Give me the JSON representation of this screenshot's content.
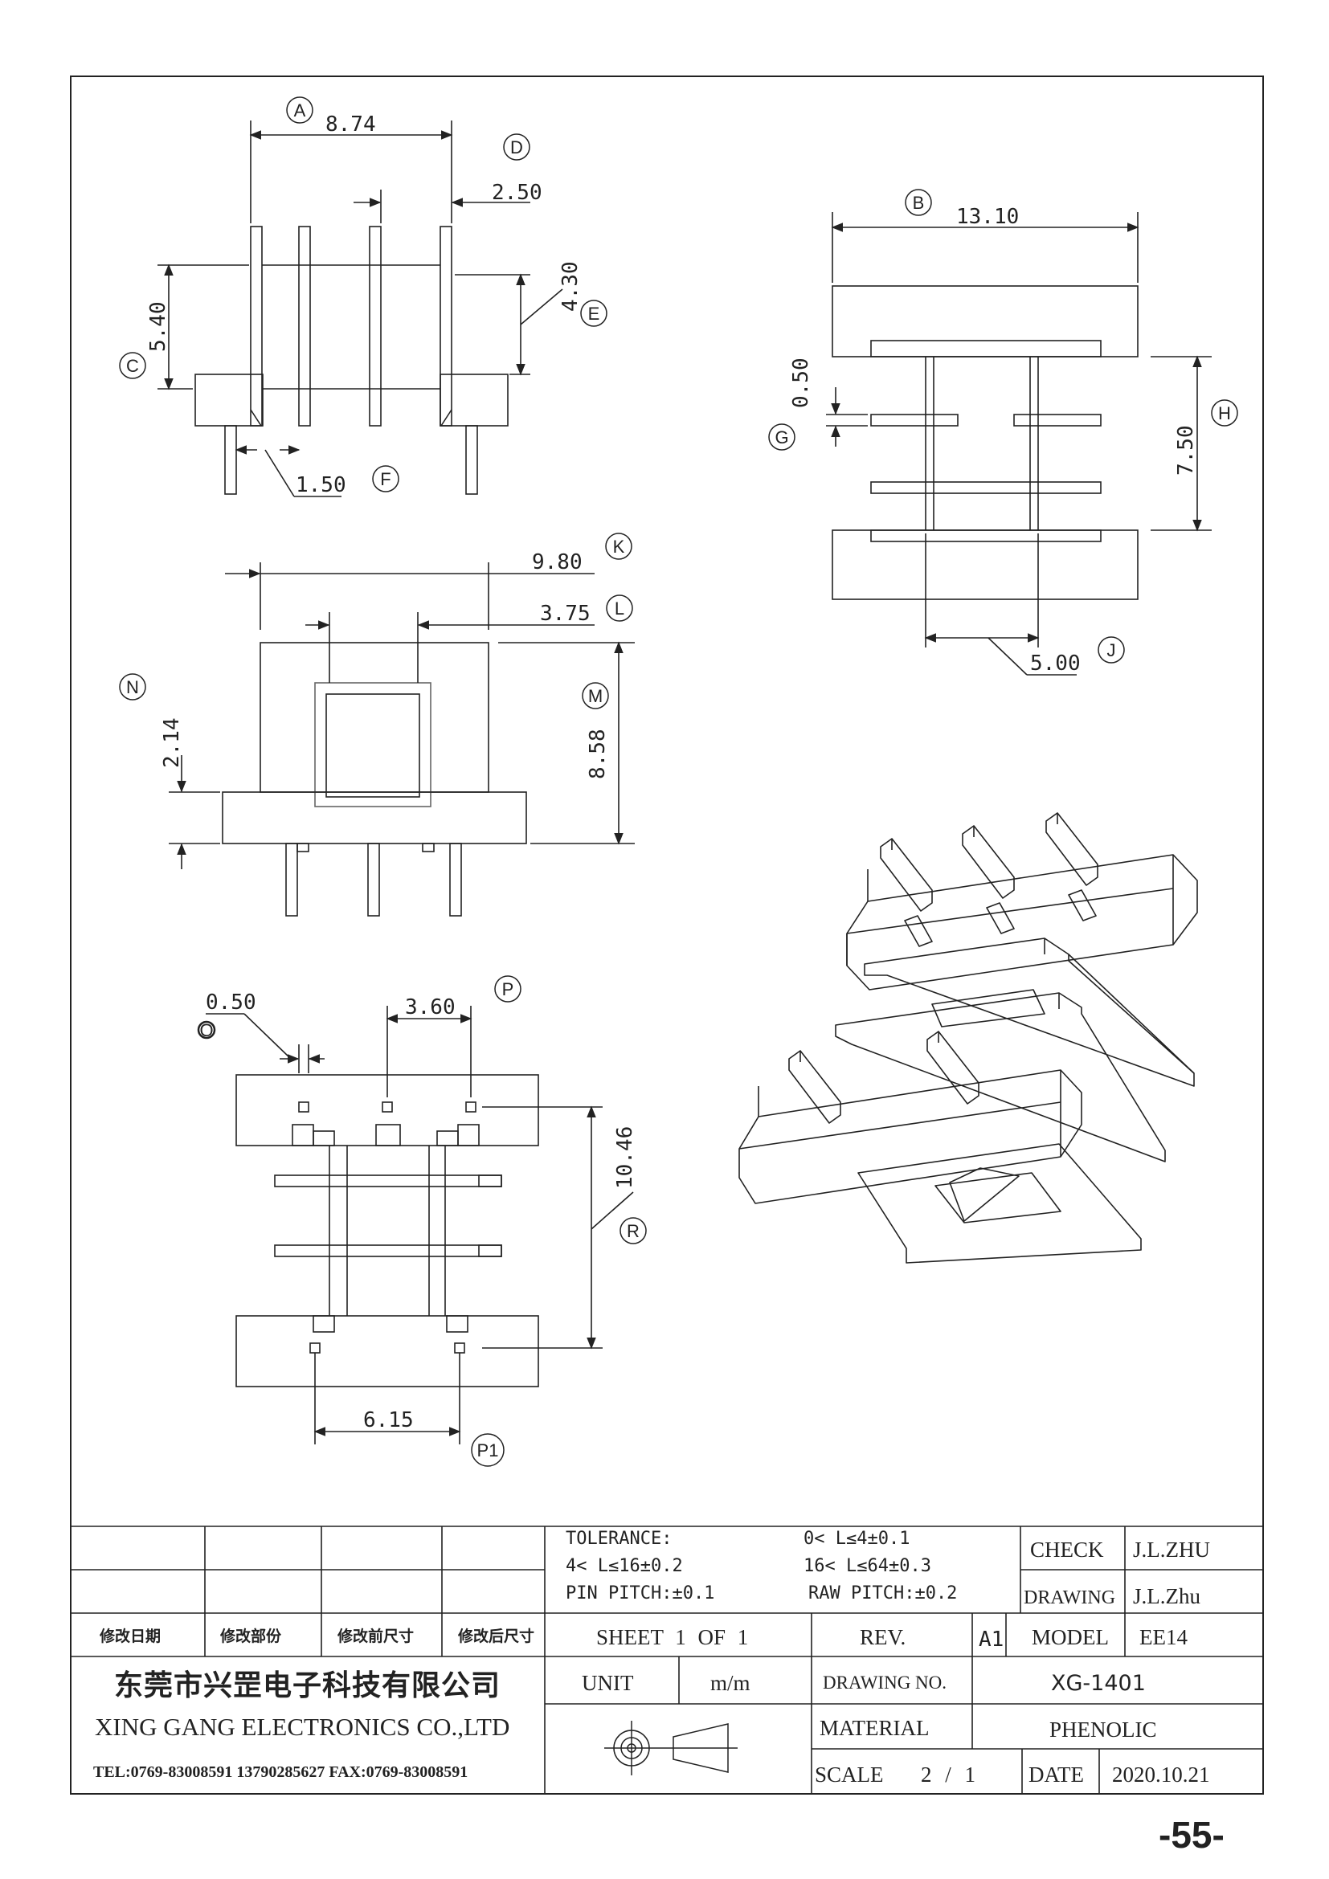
{
  "dims": {
    "A": "8.74",
    "D": "2.50",
    "E": "4.30",
    "C": "5.40",
    "F": "1.50",
    "B": "13.10",
    "G": "0.50",
    "H": "7.50",
    "J": "5.00",
    "K": "9.80",
    "L": "3.75",
    "N": "2.14",
    "M": "8.58",
    "O": "0.50",
    "P": "3.60",
    "R": "10.46",
    "P1": "6.15"
  },
  "markers": {
    "A": "A",
    "B": "B",
    "C": "C",
    "D": "D",
    "E": "E",
    "F": "F",
    "G": "G",
    "H": "H",
    "J": "J",
    "K": "K",
    "L": "L",
    "M": "M",
    "N": "N",
    "O": "O",
    "P": "P",
    "P1": "P1",
    "R": "R"
  },
  "title_block": {
    "tolerance_label": "TOLERANCE:",
    "tol_1": "0< L≤4±0.1",
    "tol_2": "4< L≤16±0.2",
    "tol_3": "16< L≤64±0.3",
    "pin_pitch": "PIN PITCH:±0.1",
    "raw_pitch": "RAW PITCH:±0.2",
    "check_label": "CHECK",
    "check_value": "J.L.ZHU",
    "drawing_label": "DRAWING",
    "drawing_value": "J.L.Zhu",
    "rev_date": "修改日期",
    "rev_part": "修改部份",
    "rev_before": "修改前尺寸",
    "rev_after": "修改后尺寸",
    "sheet": "SHEET 1 OF 1",
    "rev_label": "REV.",
    "rev_value": "A1",
    "model_label": "MODEL",
    "model_value": "EE14",
    "company_cn": "东莞市兴罡电子科技有限公司",
    "company_en": "XING GANG ELECTRONICS CO.,LTD",
    "tel": "TEL:0769-83008591 13790285627  FAX:0769-83008591",
    "unit_label": "UNIT",
    "unit_value": "m/m",
    "drawing_no_label": "DRAWING NO.",
    "drawing_no_value": "XG-1401",
    "material_label": "MATERIAL",
    "material_value": "PHENOLIC",
    "scale_label": "SCALE",
    "scale_value": "2 / 1",
    "date_label": "DATE",
    "date_value": "2020.10.21"
  },
  "page_number": "-55-"
}
